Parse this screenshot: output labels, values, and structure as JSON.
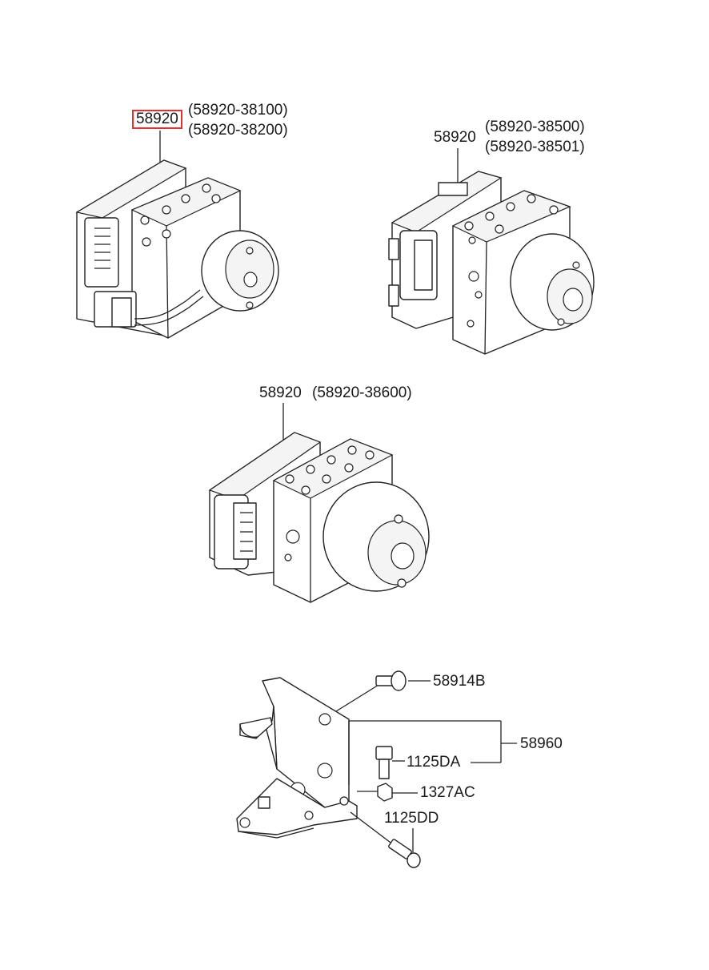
{
  "units": [
    {
      "id": "unit-top-left",
      "part_no": "58920",
      "highlighted": true,
      "highlight_color": "#e53030",
      "alternates": [
        "(58920-38100)",
        "(58920-38200)"
      ]
    },
    {
      "id": "unit-top-right",
      "part_no": "58920",
      "highlighted": false,
      "alternates": [
        "(58920-38500)",
        "(58920-38501)"
      ]
    },
    {
      "id": "unit-middle",
      "part_no": "58920",
      "highlighted": false,
      "alternates": [
        "(58920-38600)"
      ]
    }
  ],
  "bracket_parts": {
    "screw_top": "58914B",
    "bracket_assembly": "58960",
    "bolt_upper": "1125DA",
    "nut": "1327AC",
    "bolt_lower": "1125DD"
  }
}
